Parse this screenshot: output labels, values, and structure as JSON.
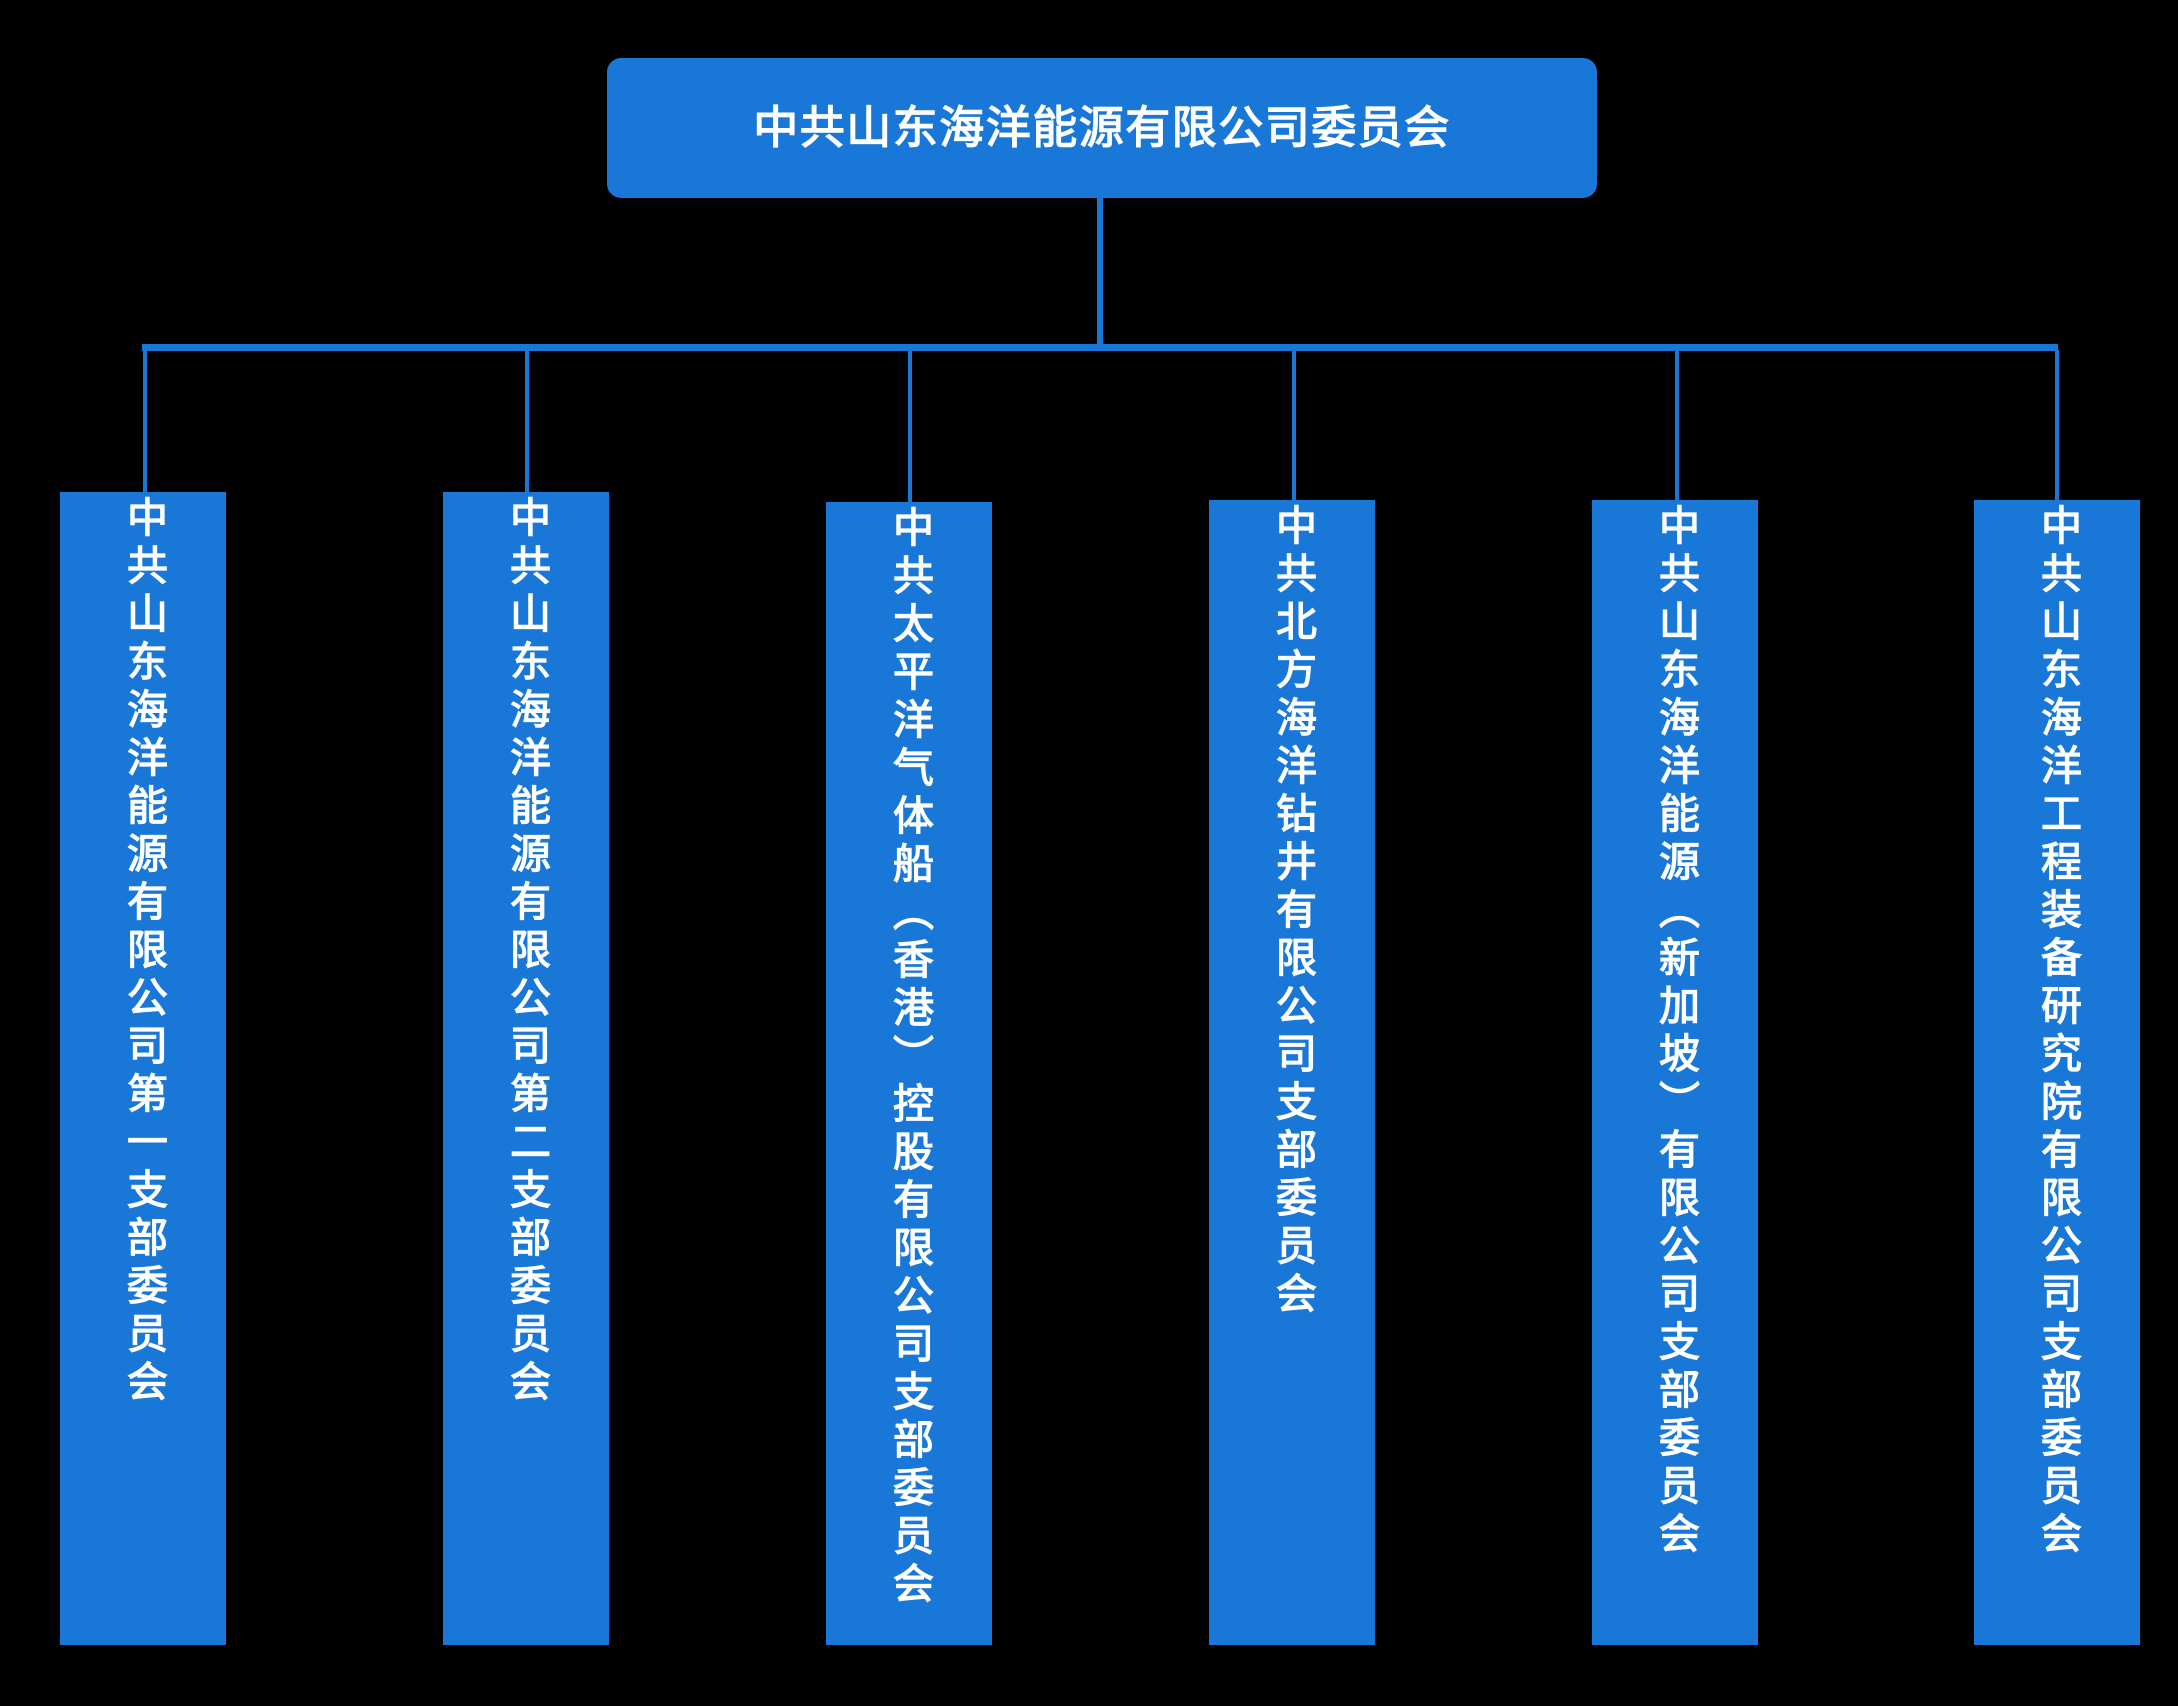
{
  "chart_data": {
    "type": "diagram",
    "diagram_type": "organizational-chart",
    "title": "中共山东海洋能源有限公司委员会",
    "orientation": "top-down",
    "background_color": "#000000",
    "node_color": "#1977D8",
    "text_color": "#FFFFFF",
    "connector_color": "#1977D8",
    "levels": 2,
    "root": {
      "label": "中共山东海洋能源有限公司委员会",
      "shape": "rounded-rectangle",
      "text_direction": "horizontal"
    },
    "children_count": 6,
    "children": [
      {
        "index": 1,
        "label": "中共山东海洋能源有限公司第一支部委员会",
        "shape": "rectangle",
        "text_direction": "vertical"
      },
      {
        "index": 2,
        "label": "中共山东海洋能源有限公司第二支部委员会",
        "shape": "rectangle",
        "text_direction": "vertical"
      },
      {
        "index": 3,
        "label": "中共太平洋气体船（香港）控股有限公司支部委员会",
        "shape": "rectangle",
        "text_direction": "vertical"
      },
      {
        "index": 4,
        "label": "中共北方海洋钻井有限公司支部委员会",
        "shape": "rectangle",
        "text_direction": "vertical"
      },
      {
        "index": 5,
        "label": "中共山东海洋能源（新加坡）有限公司支部委员会",
        "shape": "rectangle",
        "text_direction": "vertical"
      },
      {
        "index": 6,
        "label": "中共山东海洋工程装备研究院有限公司支部委员会",
        "shape": "rectangle",
        "text_direction": "vertical"
      }
    ]
  },
  "root": {
    "label": "中共山东海洋能源有限公司委员会"
  },
  "children": [
    {
      "label": "中共山东海洋能源有限公司第一支部委员会"
    },
    {
      "label": "中共山东海洋能源有限公司第二支部委员会"
    },
    {
      "label": "中共太平洋气体船（香港）控股有限公司支部委员会"
    },
    {
      "label": "中共北方海洋钻井有限公司支部委员会"
    },
    {
      "label": "中共山东海洋能源（新加坡）有限公司支部委员会"
    },
    {
      "label": "中共山东海洋工程装备研究院有限公司支部委员会"
    }
  ],
  "colors": {
    "background": "#000000",
    "node": "#1977D8",
    "text": "#FFFFFF",
    "connector": "#1977D8"
  }
}
